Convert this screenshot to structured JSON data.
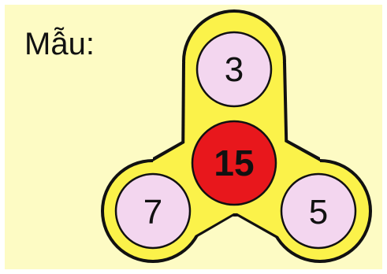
{
  "title": "Mẫu:",
  "colors": {
    "background": "#fdfbc4",
    "spinner_body": "#fbf24a",
    "outline": "#111111",
    "outer_circle": "#f3d6ef",
    "center_circle": "#e8171c"
  },
  "spinner": {
    "center_value": "15",
    "top_value": "3",
    "bottom_left_value": "7",
    "bottom_right_value": "5"
  }
}
